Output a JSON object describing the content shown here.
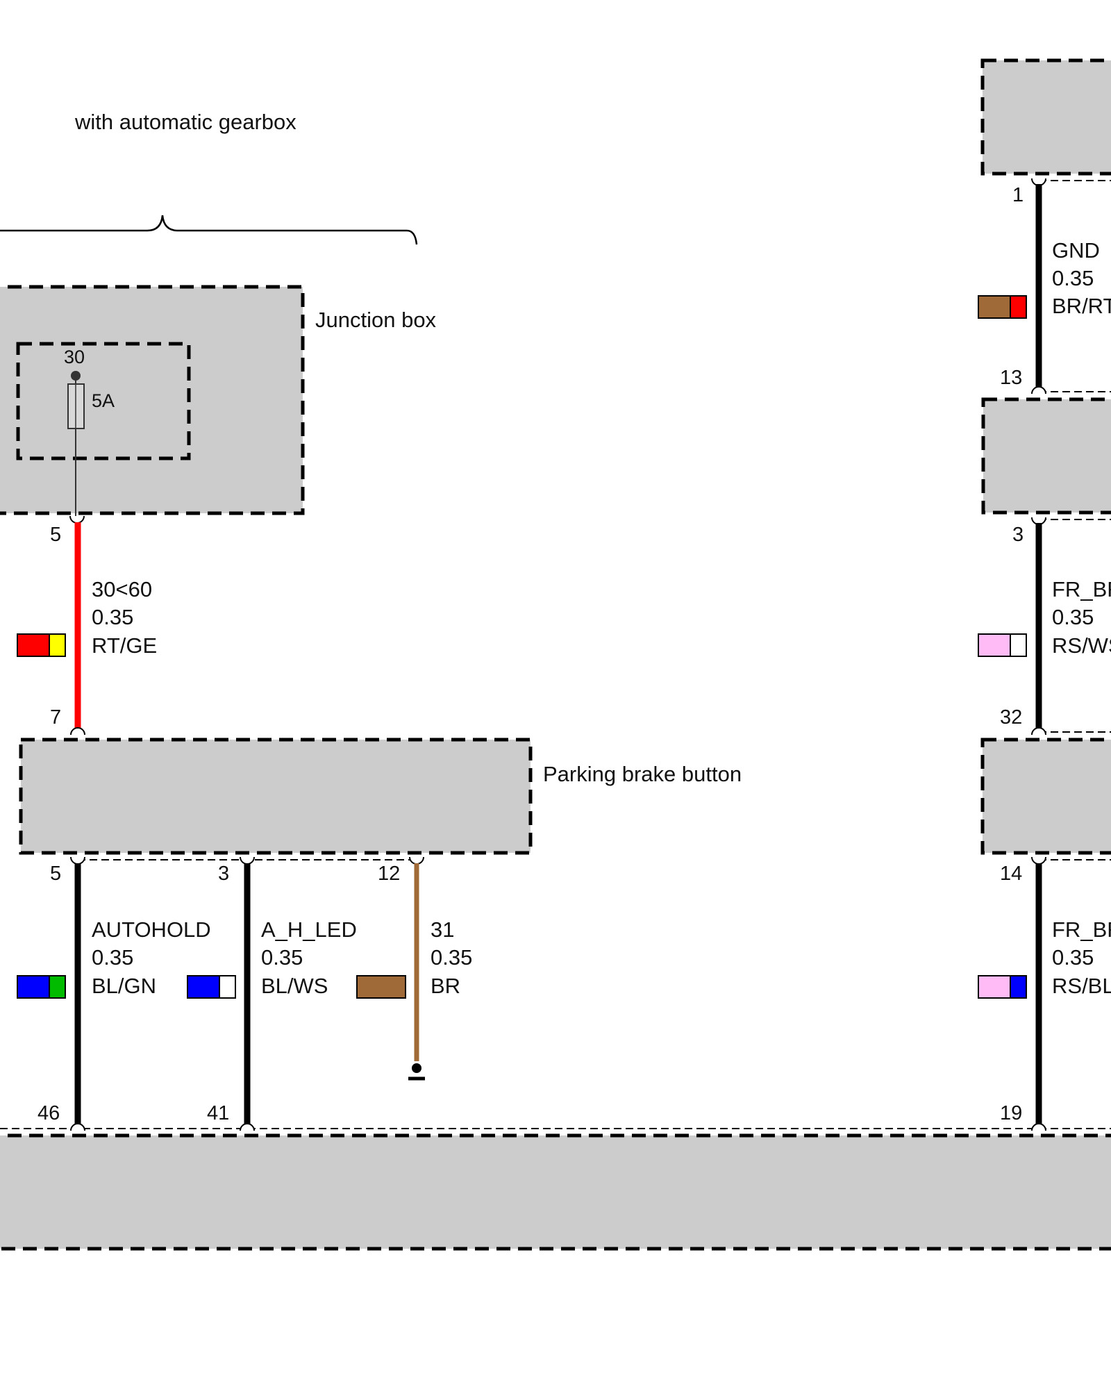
{
  "header": {
    "variant_note": "with automatic gearbox"
  },
  "components": {
    "junction_box": {
      "label": "Junction box",
      "fuse_terminal": "30",
      "fuse_rating": "5A",
      "out_pin": "5"
    },
    "parking_brake_button": {
      "label": "Parking brake button",
      "in_pin": "7",
      "pin_autohold": "5",
      "pin_led": "3",
      "pin_ground": "12"
    },
    "bottom_module": {
      "pin_autohold": "46",
      "pin_led": "41",
      "pin_fr_bl": "19"
    },
    "right_top_module": {
      "pin_out": "1"
    },
    "right_mid_module_1": {
      "pin_in": "13",
      "pin_out": "3"
    },
    "right_mid_module_2": {
      "pin_in": "32",
      "pin_out": "14"
    }
  },
  "wires": {
    "feed": {
      "signal": "30<60",
      "cross_section": "0.35",
      "color_code": "RT/GE",
      "colors": [
        "#ff0000",
        "#ffff00"
      ]
    },
    "autohold": {
      "signal": "AUTOHOLD",
      "cross_section": "0.35",
      "color_code": "BL/GN",
      "colors": [
        "#0000ff",
        "#00bb00"
      ]
    },
    "a_h_led": {
      "signal": "A_H_LED",
      "cross_section": "0.35",
      "color_code": "BL/WS",
      "colors": [
        "#0000ff",
        "#ffffff"
      ]
    },
    "ground": {
      "signal": "31",
      "cross_section": "0.35",
      "color_code": "BR",
      "colors": [
        "#a06a38"
      ]
    },
    "gnd_right": {
      "signal": "GND",
      "cross_section": "0.35",
      "color_code": "BR/RT",
      "colors": [
        "#a06a38",
        "#ff0000"
      ]
    },
    "fr_br_1": {
      "signal": "FR_BR",
      "cross_section": "0.35",
      "color_code": "RS/WS",
      "colors": [
        "#ffbbf5",
        "#ffffff"
      ]
    },
    "fr_br_2": {
      "signal": "FR_BR",
      "cross_section": "0.35",
      "color_code": "RS/BL",
      "colors": [
        "#ffbbf5",
        "#0000ff"
      ]
    }
  }
}
